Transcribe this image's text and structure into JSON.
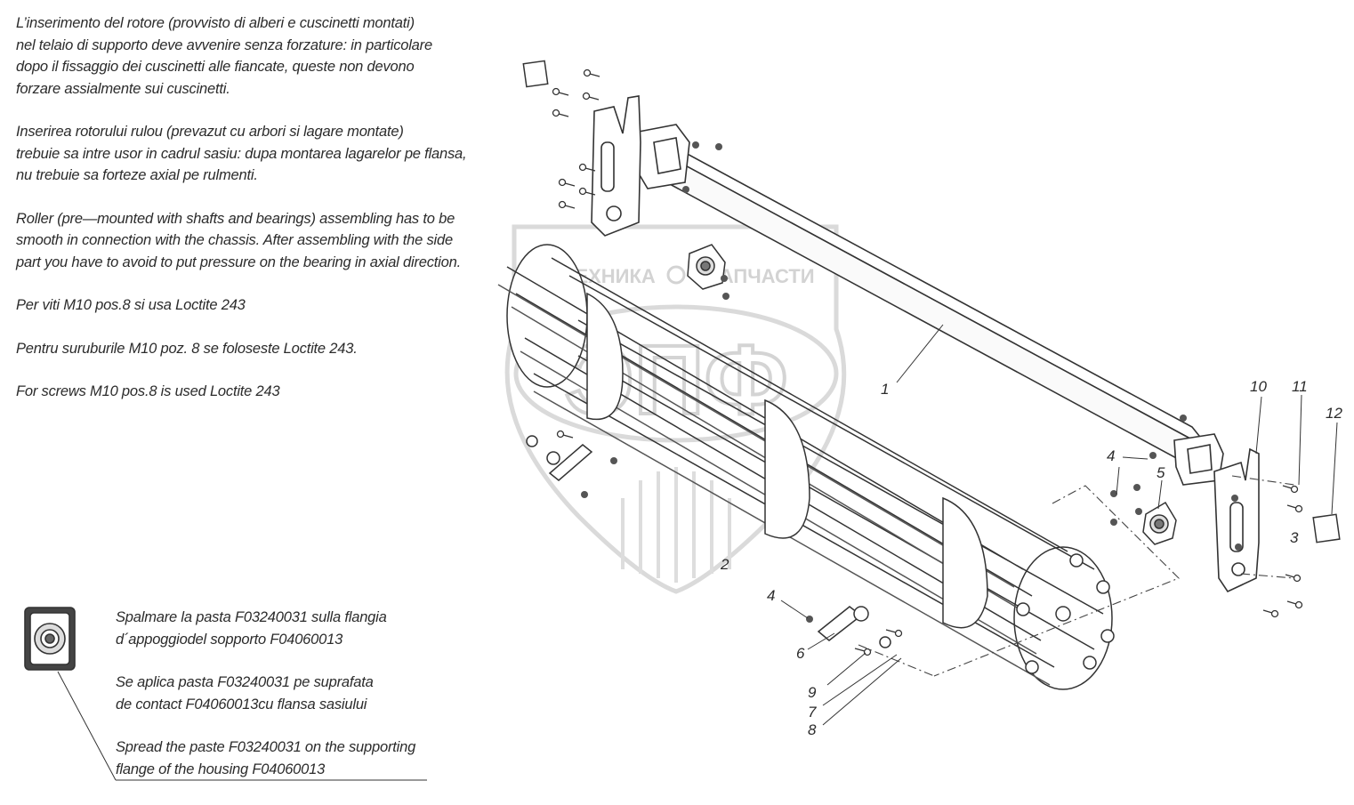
{
  "notes": {
    "paragraph_it": [
      "L’inserimento del rotore (provvisto di alberi e cuscinetti montati)",
      "nel telaio di supporto deve avvenire senza forzature: in particolare",
      "dopo il fissaggio dei cuscinetti alle fiancate, queste non devono",
      "forzare assialmente sui cuscinetti."
    ],
    "paragraph_ro": [
      "Inserirea rotorului rulou (prevazut cu arbori si lagare montate)",
      "trebuie sa intre usor in cadrul sasiu: dupa montarea lagarelor pe flansa,",
      "nu trebuie sa forteze axial pe rulmenti."
    ],
    "paragraph_en": [
      "Roller (pre—mounted with shafts and bearings) assembling has to be",
      "smooth in connection with the  chassis. After assembling with the side",
      "part you have to avoid to put pressure on the bearing in axial direction."
    ],
    "loctite_it": "Per viti M10 pos.8 si usa Loctite 243",
    "loctite_ro": "Pentru suruburile M10 poz. 8 se foloseste Loctite 243.",
    "loctite_en": "For screws M10 pos.8 is used Loctite 243"
  },
  "paste_notes": {
    "it": [
      "Spalmare la pasta F03240031 sulla flangia",
      "d´appoggiodel sopporto F04060013"
    ],
    "ro": [
      "Se aplica pasta F03240031 pe suprafata",
      "de contact F04060013cu flansa sasiului"
    ],
    "en": [
      "Spread the paste F03240031 on the supporting",
      "flange of the housing F04060013"
    ]
  },
  "callouts": {
    "c1": "1",
    "c2": "2",
    "c3": "3",
    "c4a": "4",
    "c4b": "4",
    "c5": "5",
    "c6": "6",
    "c7": "7",
    "c8": "8",
    "c9": "9",
    "c10": "10",
    "c11": "11",
    "c12": "12"
  },
  "watermark": {
    "left": "ТЕХНИКА",
    "right": "ЗАПЧАСТИ",
    "logo": "ЭПФ"
  }
}
